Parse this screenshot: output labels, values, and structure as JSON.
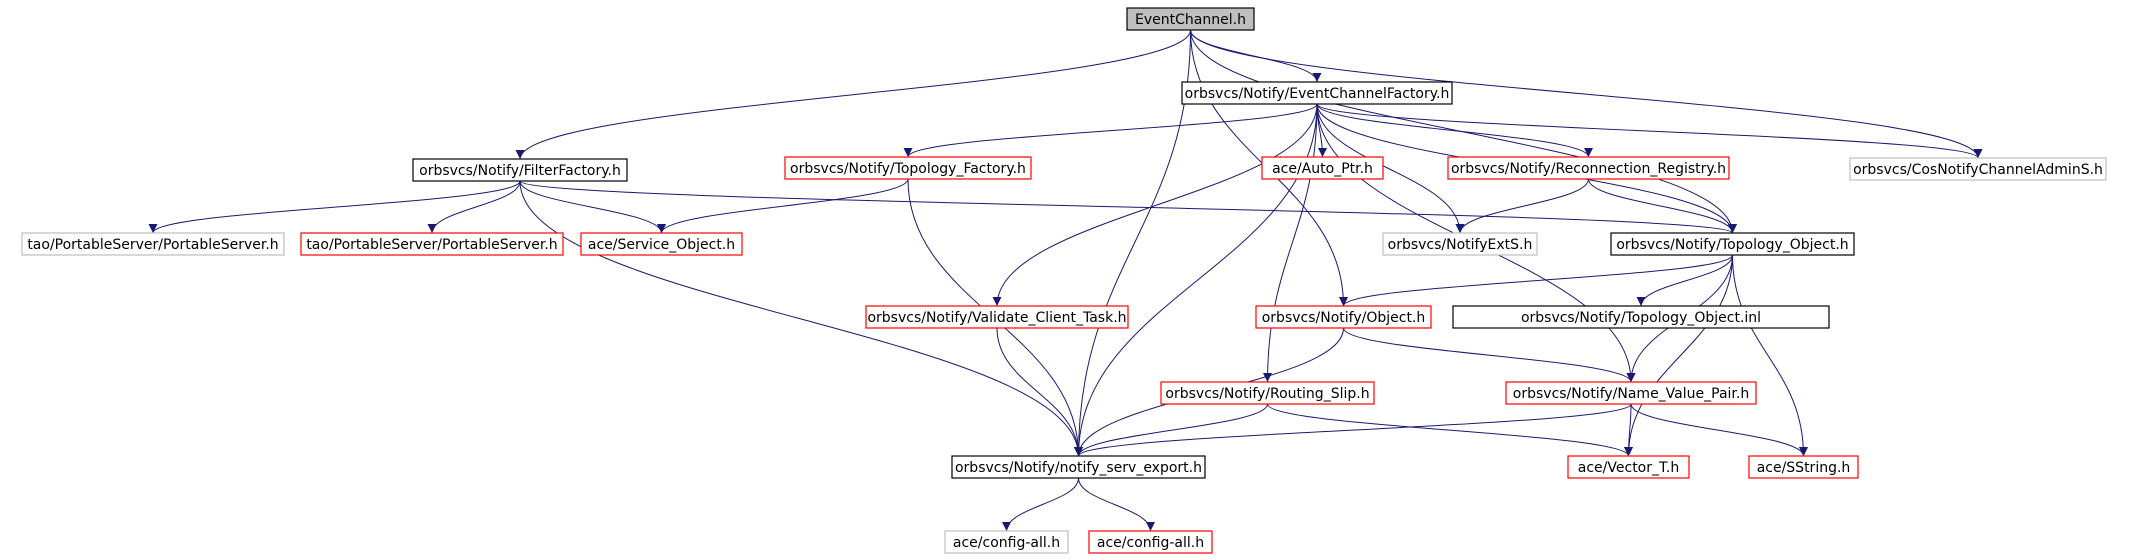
{
  "colors": {
    "edge": "#191970",
    "border_default": "#000000",
    "border_red": "#ff0000",
    "border_gray": "#bfbfbf",
    "fill_root": "#bfbfbf",
    "fill_default": "#ffffff"
  },
  "nodes": [
    {
      "id": "n0",
      "label": "EventChannel.h",
      "style": "root"
    },
    {
      "id": "n1",
      "label": "orbsvcs/Notify/EventChannelFactory.h",
      "style": "black"
    },
    {
      "id": "n2",
      "label": "orbsvcs/Notify/FilterFactory.h",
      "style": "black"
    },
    {
      "id": "n3",
      "label": "orbsvcs/Notify/Topology_Factory.h",
      "style": "red"
    },
    {
      "id": "n4",
      "label": "ace/Auto_Ptr.h",
      "style": "red"
    },
    {
      "id": "n5",
      "label": "orbsvcs/Notify/Reconnection_Registry.h",
      "style": "red"
    },
    {
      "id": "n6",
      "label": "orbsvcs/CosNotifyChannelAdminS.h",
      "style": "gray"
    },
    {
      "id": "n7",
      "label": "tao/PortableServer/PortableServer.h",
      "style": "gray"
    },
    {
      "id": "n8",
      "label": "tao/PortableServer/PortableServer.h",
      "style": "red"
    },
    {
      "id": "n9",
      "label": "ace/Service_Object.h",
      "style": "red"
    },
    {
      "id": "n10",
      "label": "orbsvcs/NotifyExtS.h",
      "style": "gray"
    },
    {
      "id": "n11",
      "label": "orbsvcs/Notify/Topology_Object.h",
      "style": "black"
    },
    {
      "id": "n12",
      "label": "orbsvcs/Notify/Validate_Client_Task.h",
      "style": "red"
    },
    {
      "id": "n13",
      "label": "orbsvcs/Notify/Object.h",
      "style": "red"
    },
    {
      "id": "n14",
      "label": "orbsvcs/Notify/Topology_Object.inl",
      "style": "black"
    },
    {
      "id": "n15",
      "label": "orbsvcs/Notify/Routing_Slip.h",
      "style": "red"
    },
    {
      "id": "n16",
      "label": "orbsvcs/Notify/Name_Value_Pair.h",
      "style": "red"
    },
    {
      "id": "n17",
      "label": "orbsvcs/Notify/notify_serv_export.h",
      "style": "black"
    },
    {
      "id": "n18",
      "label": "ace/Vector_T.h",
      "style": "red"
    },
    {
      "id": "n19",
      "label": "ace/SString.h",
      "style": "red"
    },
    {
      "id": "n20",
      "label": "ace/config-all.h",
      "style": "gray"
    },
    {
      "id": "n21",
      "label": "ace/config-all.h",
      "style": "red"
    }
  ],
  "edges": [
    [
      "n0",
      "n1"
    ],
    [
      "n0",
      "n2"
    ],
    [
      "n0",
      "n6"
    ],
    [
      "n0",
      "n11"
    ],
    [
      "n0",
      "n13"
    ],
    [
      "n0",
      "n17"
    ],
    [
      "n1",
      "n3"
    ],
    [
      "n1",
      "n4"
    ],
    [
      "n1",
      "n5"
    ],
    [
      "n1",
      "n6"
    ],
    [
      "n1",
      "n10"
    ],
    [
      "n1",
      "n11"
    ],
    [
      "n1",
      "n12"
    ],
    [
      "n1",
      "n15"
    ],
    [
      "n1",
      "n16"
    ],
    [
      "n1",
      "n17"
    ],
    [
      "n2",
      "n7"
    ],
    [
      "n2",
      "n8"
    ],
    [
      "n2",
      "n9"
    ],
    [
      "n2",
      "n11"
    ],
    [
      "n2",
      "n17"
    ],
    [
      "n3",
      "n9"
    ],
    [
      "n3",
      "n17"
    ],
    [
      "n5",
      "n10"
    ],
    [
      "n5",
      "n11"
    ],
    [
      "n11",
      "n13"
    ],
    [
      "n11",
      "n14"
    ],
    [
      "n11",
      "n16"
    ],
    [
      "n11",
      "n18"
    ],
    [
      "n11",
      "n19"
    ],
    [
      "n12",
      "n17"
    ],
    [
      "n13",
      "n16"
    ],
    [
      "n13",
      "n17"
    ],
    [
      "n15",
      "n17"
    ],
    [
      "n15",
      "n18"
    ],
    [
      "n16",
      "n17"
    ],
    [
      "n16",
      "n18"
    ],
    [
      "n16",
      "n19"
    ],
    [
      "n17",
      "n20"
    ],
    [
      "n17",
      "n21"
    ]
  ]
}
